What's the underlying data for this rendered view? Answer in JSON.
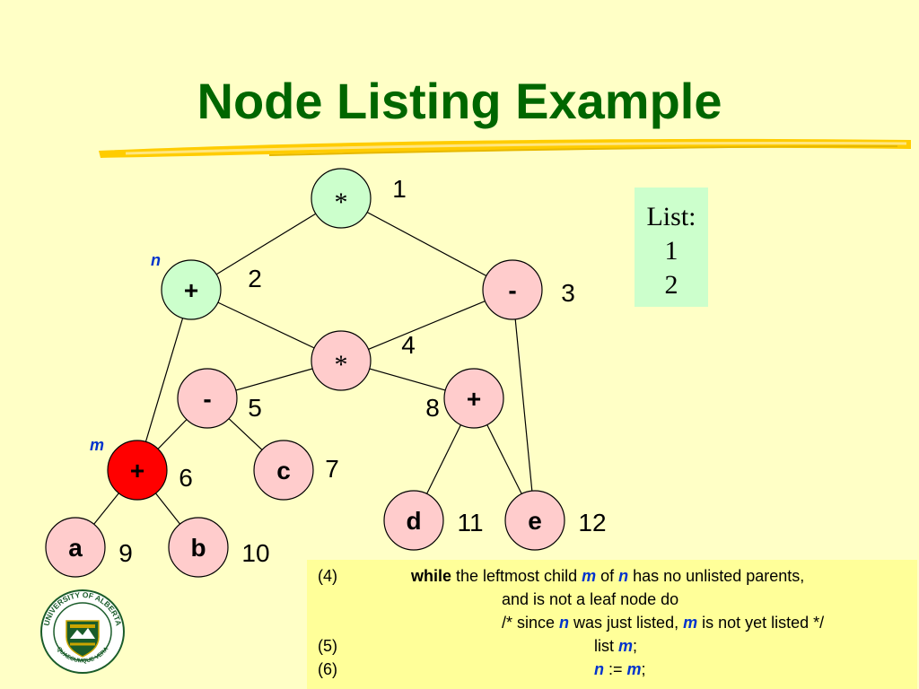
{
  "title": "Node Listing Example",
  "nodes": [
    {
      "id": "n1",
      "symbol": "*",
      "number": "1",
      "fill": "#ccffcc"
    },
    {
      "id": "n2",
      "symbol": "+",
      "number": "2",
      "fill": "#ccffcc"
    },
    {
      "id": "n3",
      "symbol": "-",
      "number": "3",
      "fill": "#ffcccc"
    },
    {
      "id": "n4",
      "symbol": "*",
      "number": "4",
      "fill": "#ffcccc"
    },
    {
      "id": "n5",
      "symbol": "-",
      "number": "5",
      "fill": "#ffcccc"
    },
    {
      "id": "n6",
      "symbol": "+",
      "number": "6",
      "fill": "#ff0000"
    },
    {
      "id": "n7",
      "symbol": "c",
      "number": "7",
      "fill": "#ffcccc"
    },
    {
      "id": "n8",
      "symbol": "+",
      "number": "8",
      "fill": "#ffcccc"
    },
    {
      "id": "n9",
      "symbol": "a",
      "number": "9",
      "fill": "#ffcccc"
    },
    {
      "id": "n10",
      "symbol": "b",
      "number": "10",
      "fill": "#ffcccc"
    },
    {
      "id": "n11",
      "symbol": "d",
      "number": "11",
      "fill": "#ffcccc"
    },
    {
      "id": "n12",
      "symbol": "e",
      "number": "12",
      "fill": "#ffcccc"
    }
  ],
  "edges": [
    [
      "n1",
      "n2"
    ],
    [
      "n1",
      "n3"
    ],
    [
      "n2",
      "n4"
    ],
    [
      "n3",
      "n4"
    ],
    [
      "n2",
      "n6"
    ],
    [
      "n3",
      "n12"
    ],
    [
      "n4",
      "n5"
    ],
    [
      "n4",
      "n8"
    ],
    [
      "n5",
      "n6"
    ],
    [
      "n5",
      "n7"
    ],
    [
      "n6",
      "n9"
    ],
    [
      "n6",
      "n10"
    ],
    [
      "n8",
      "n11"
    ],
    [
      "n8",
      "n12"
    ]
  ],
  "pointer_labels": {
    "n": "n",
    "m": "m"
  },
  "list": {
    "heading": "List:",
    "items": [
      "1",
      "2"
    ]
  },
  "code": {
    "line1_num": "(4)",
    "while": "while",
    "line1_a": " the leftmost child ",
    "m": "m",
    "of": " of ",
    "n": "n",
    "line1_b": " has no unlisted parents,",
    "line2": "and is not a leaf node do",
    "line3_a": "/* since ",
    "line3_b": " was just listed, ",
    "line3_c": " is not yet listed */",
    "line4_num": "(5)",
    "line4_a": "list ",
    "semi": ";",
    "line5_num": "(6)",
    "assign": " := "
  },
  "logo_text": "UNIVERSITY OF ALBERTA",
  "logo_motto": "QUAECUMQUE VERA",
  "colors": {
    "title": "#006600",
    "pointer": "#0033cc",
    "node_green": "#ccffcc",
    "node_pink": "#ffcccc",
    "node_red": "#ff0000"
  }
}
